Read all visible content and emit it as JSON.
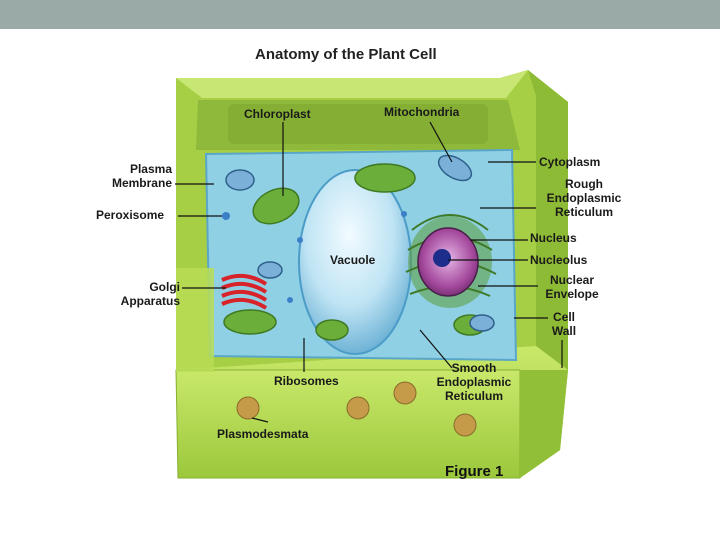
{
  "title": "Anatomy of the Plant Cell",
  "caption": "Figure 1",
  "labels": {
    "chloroplast": "Chloroplast",
    "mitochondria": "Mitochondria",
    "plasma_membrane_1": "Plasma",
    "plasma_membrane_2": "Membrane",
    "peroxisome": "Peroxisome",
    "golgi_1": "Golgi",
    "golgi_2": "Apparatus",
    "vacuole": "Vacuole",
    "ribosomes": "Ribosomes",
    "plasmodesmata": "Plasmodesmata",
    "cytoplasm": "Cytoplasm",
    "rough_er_1": "Rough",
    "rough_er_2": "Endoplasmic",
    "rough_er_3": "Reticulum",
    "nucleus": "Nucleus",
    "nucleolus": "Nucleolus",
    "nuclear_envelope_1": "Nuclear",
    "nuclear_envelope_2": "Envelope",
    "cell_wall_1": "Cell",
    "cell_wall_2": "Wall",
    "smooth_er_1": "Smooth",
    "smooth_er_2": "Endoplasmic",
    "smooth_er_3": "Reticulum"
  },
  "colors": {
    "cell_wall": "#b4d84a",
    "cell_wall_dark": "#7fa82c",
    "cytoplasm": "#8fd0e4",
    "vacuole": "#bfe4f4",
    "nucleus": "#a4489c",
    "golgi": "#d8232a",
    "chloroplast": "#6cae3a"
  }
}
